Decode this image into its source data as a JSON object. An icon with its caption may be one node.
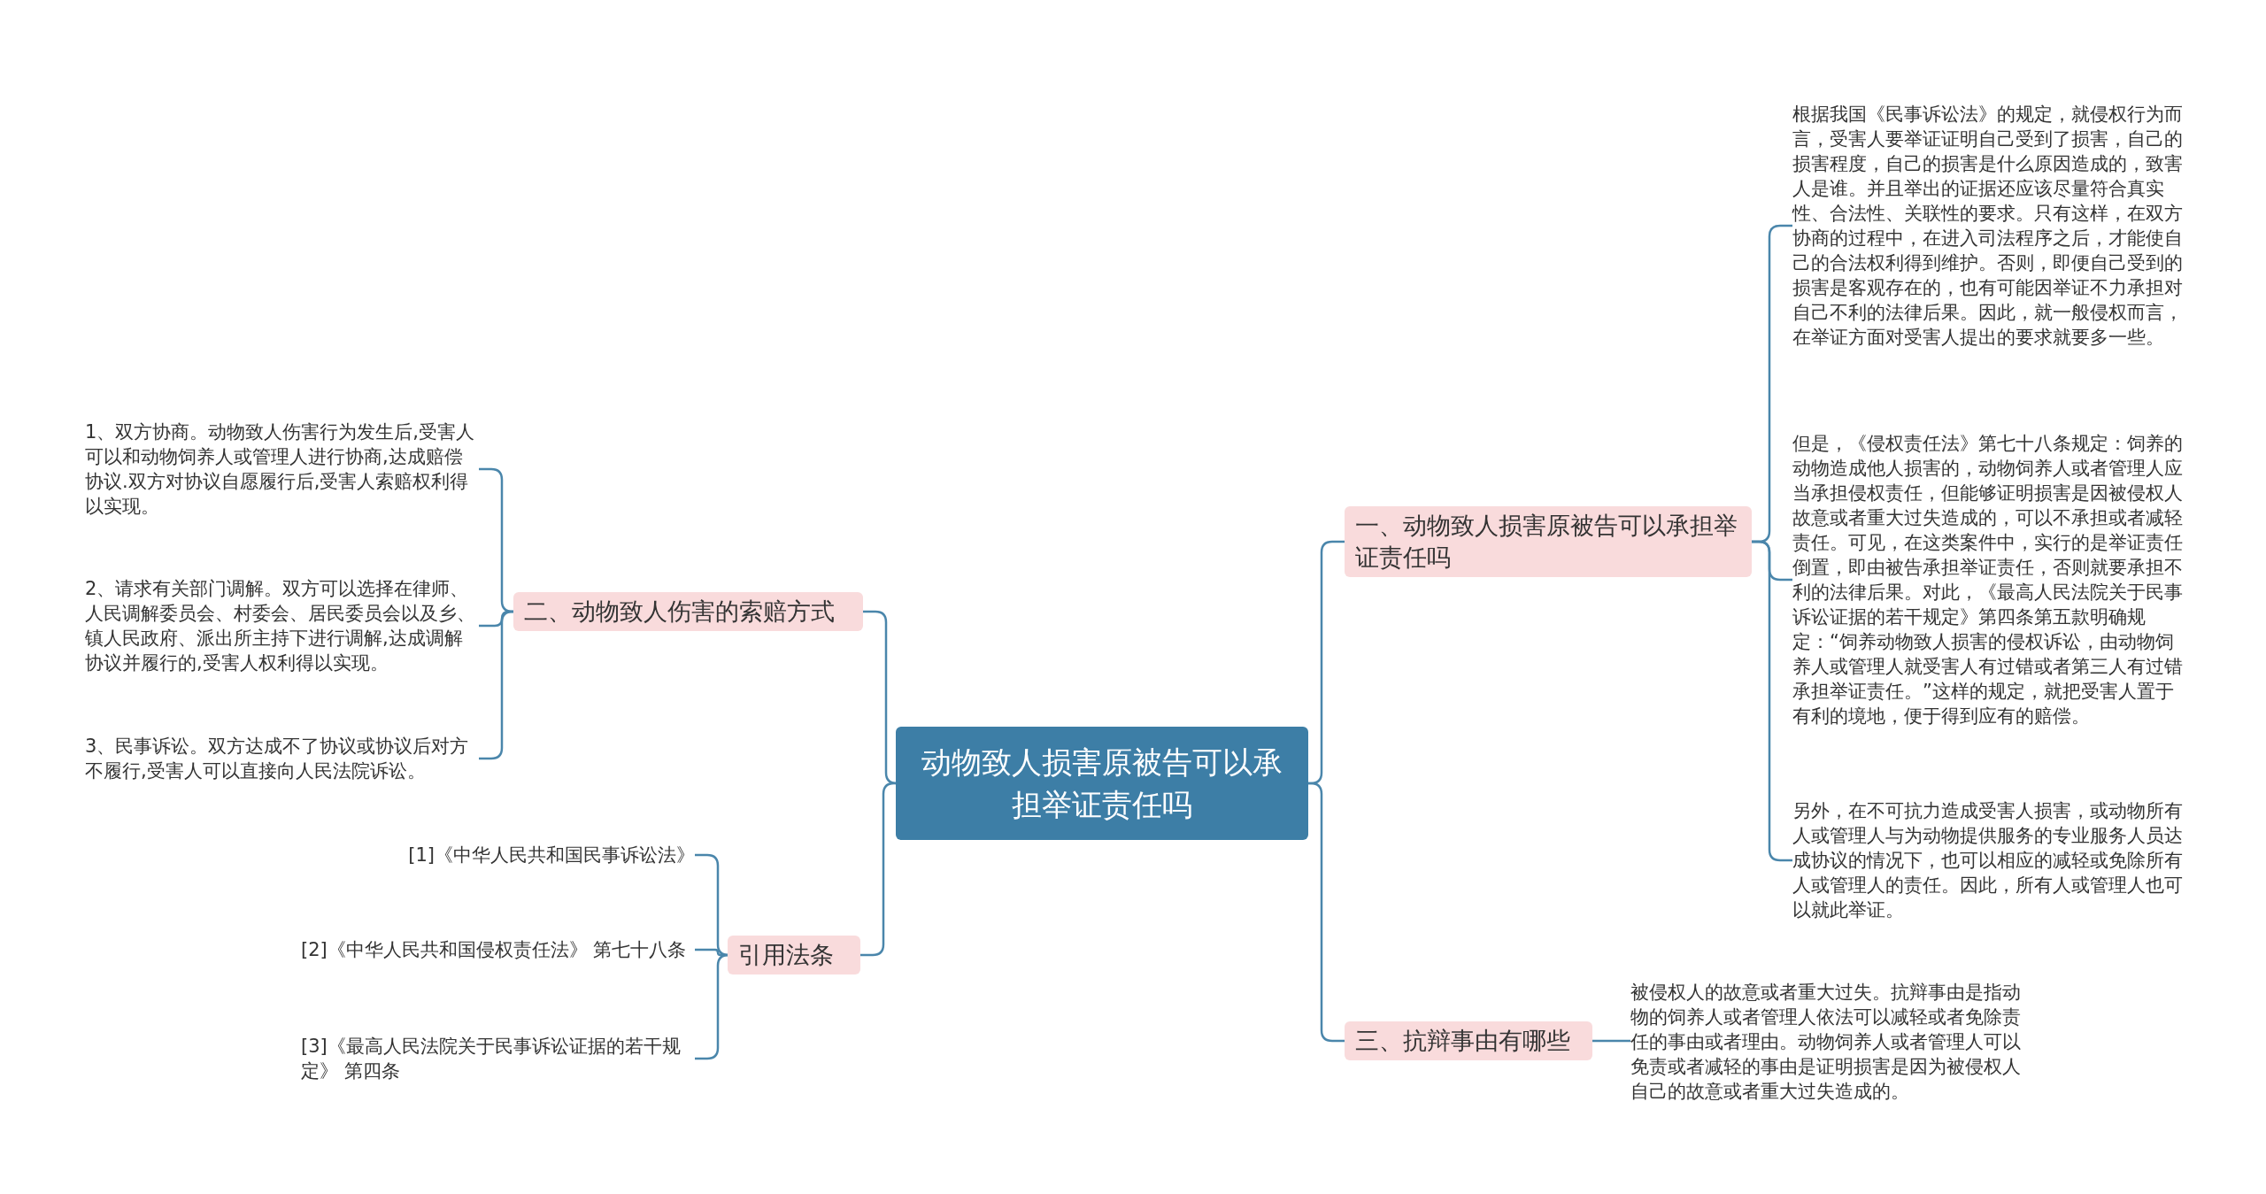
{
  "diagram": {
    "nodes": [
      {
        "text": [
          "动物致人损害原被告可以承担举证责任吗"
        ]
      },
      {
        "text": [
          "一、动物致人损害原被告可以承担举证责任吗"
        ]
      },
      {
        "text": [
          "根据我国《民事诉讼法》的规定，就侵权行为而言，受害人要举证证明自己受到了损害，自己的损害程度，自己的损害是什么原因造成的，致害人是谁。并且举出的证据还应该尽量符合真实性、合法性、关联性的要求。只有这样，在双方协商的过程中，在进入司法程序之后，才能使自己的合法权利得到维护。否则，即便自己受到的损害是客观存在的，也有可能因举证不力承担对自己不利的法律后果。因此，就一般侵权而言，在举证方面对受害人提出的要求就要多一些。"
        ]
      },
      {
        "text": [
          "但是，《侵权责任法》第七十八条规定：饲养的动物造成他人损害的，动物饲养人或者管理人应当承担侵权责任，但能够证明损害是因被侵权人故意或者重大过失造成的，可以不承担或者减轻责任。可见，在这类案件中，实行的是举证责任倒置，即由被告承担举证责任，否则就要承担不利的法律后果。对此，《最高人民法院关于民事诉讼证据的若干规定》第四条第五款明确规定：“饲养动物致人损害的侵权诉讼，由动物饲养人或管理人就受害人有过错或者第三人有过错承担举证责任。”这样的规定，就把受害人置于有利的境地，便于得到应有的赔偿。"
        ]
      },
      {
        "text": [
          "另外，在不可抗力造成受害人损害，或动物所有人或管理人与为动物提供服务的专业服务人员达成协议的情况下，也可以相应的减轻或免除所有人或管理人的责任。因此，所有人或管理人也可以就此举证。"
        ]
      },
      {
        "text": [
          "三、抗辩事由有哪些"
        ]
      },
      {
        "text": [
          "被侵权人的故意或者重大过失。抗辩事由是指动物的饲养人或者管理人依法可以减轻或者免除责任的事由或者理由。动物饲养人或者管理人可以免责或者减轻的事由是证明损害是因为被侵权人自己的故意或者重大过失造成的。"
        ]
      },
      {
        "text": [
          "二、动物致人伤害的索赔方式"
        ]
      },
      {
        "text": [
          "1、双方协商。动物致人伤害行为发生后,受害人可以和动物饲养人或管理人进行协商,达成赔偿协议.双方对协议自愿履行后,受害人索赔权利得以实现。"
        ]
      },
      {
        "text": [
          "2、请求有关部门调解。双方可以选择在律师、人民调解委员会、村委会、居民委员会以及乡、镇人民政府、派出所主持下进行调解,达成调解协议并履行的,受害人权利得以实现。"
        ]
      },
      {
        "text": [
          "3、民事诉讼。双方达成不了协议或协议后对方不履行,受害人可以直接向人民法院诉讼。"
        ]
      },
      {
        "text": [
          "引用法条"
        ]
      },
      {
        "text": [
          "[1]《中华人民共和国民事诉讼法》"
        ]
      },
      {
        "text": [
          "[2]《中华人民共和国侵权责任法》 第七十八条"
        ]
      },
      {
        "text": [
          "[3]《最高人民法院关于民事诉讼证据的若干规定》 第四条"
        ]
      }
    ],
    "edges": [
      {
        "from": 0,
        "to": 1,
        "arrow": "none"
      },
      {
        "from": 0,
        "to": 5,
        "arrow": "none"
      },
      {
        "from": 0,
        "to": 7,
        "arrow": "none"
      },
      {
        "from": 0,
        "to": 11,
        "arrow": "none"
      },
      {
        "from": 1,
        "to": 2,
        "arrow": "none"
      },
      {
        "from": 1,
        "to": 3,
        "arrow": "none"
      },
      {
        "from": 1,
        "to": 4,
        "arrow": "none"
      },
      {
        "from": 5,
        "to": 6,
        "arrow": "none"
      },
      {
        "from": 7,
        "to": 8,
        "arrow": "none"
      },
      {
        "from": 7,
        "to": 9,
        "arrow": "none"
      },
      {
        "from": 7,
        "to": 10,
        "arrow": "none"
      },
      {
        "from": 11,
        "to": 12,
        "arrow": "none"
      },
      {
        "from": 11,
        "to": 13,
        "arrow": "none"
      },
      {
        "from": 11,
        "to": 14,
        "arrow": "none"
      }
    ]
  }
}
